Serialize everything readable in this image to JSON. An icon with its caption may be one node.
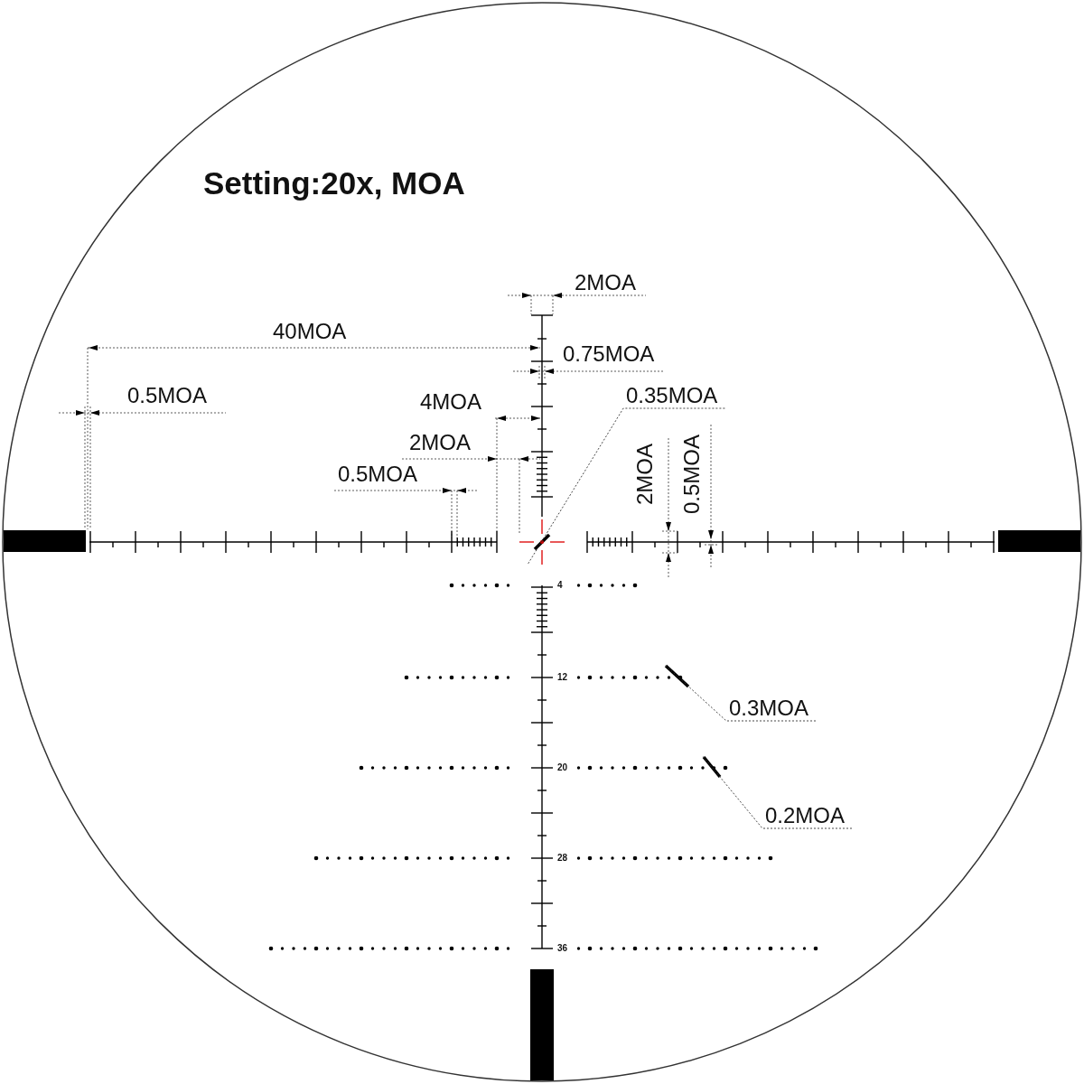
{
  "diagram": {
    "title": "Setting:20x, MOA",
    "nodes": [
      {
        "text": [
          "0.35MOA"
        ]
      },
      {
        "text": [
          "0.3MOA"
        ]
      },
      {
        "text": [
          "0.2MOA"
        ]
      },
      {
        "text": [],
        "shape": "cross"
      },
      {
        "text": [],
        "shape": "bar"
      },
      {
        "text": [],
        "shape": "bar"
      }
    ],
    "edges": [
      {
        "from": 0,
        "to": 3,
        "arrow": "none",
        "style": "dashed"
      },
      {
        "from": 1,
        "to": 4,
        "arrow": "none",
        "style": "dashed"
      },
      {
        "from": 2,
        "to": 5,
        "arrow": "none",
        "style": "dashed"
      }
    ],
    "labels": [
      "2MOA",
      "40MOA",
      "0.75MOA",
      "0.5MOA",
      "4MOA",
      "2MOA",
      "0.5MOA",
      "2MOA",
      "0.5MOA",
      "4",
      "12",
      "20",
      "28",
      "36"
    ]
  }
}
